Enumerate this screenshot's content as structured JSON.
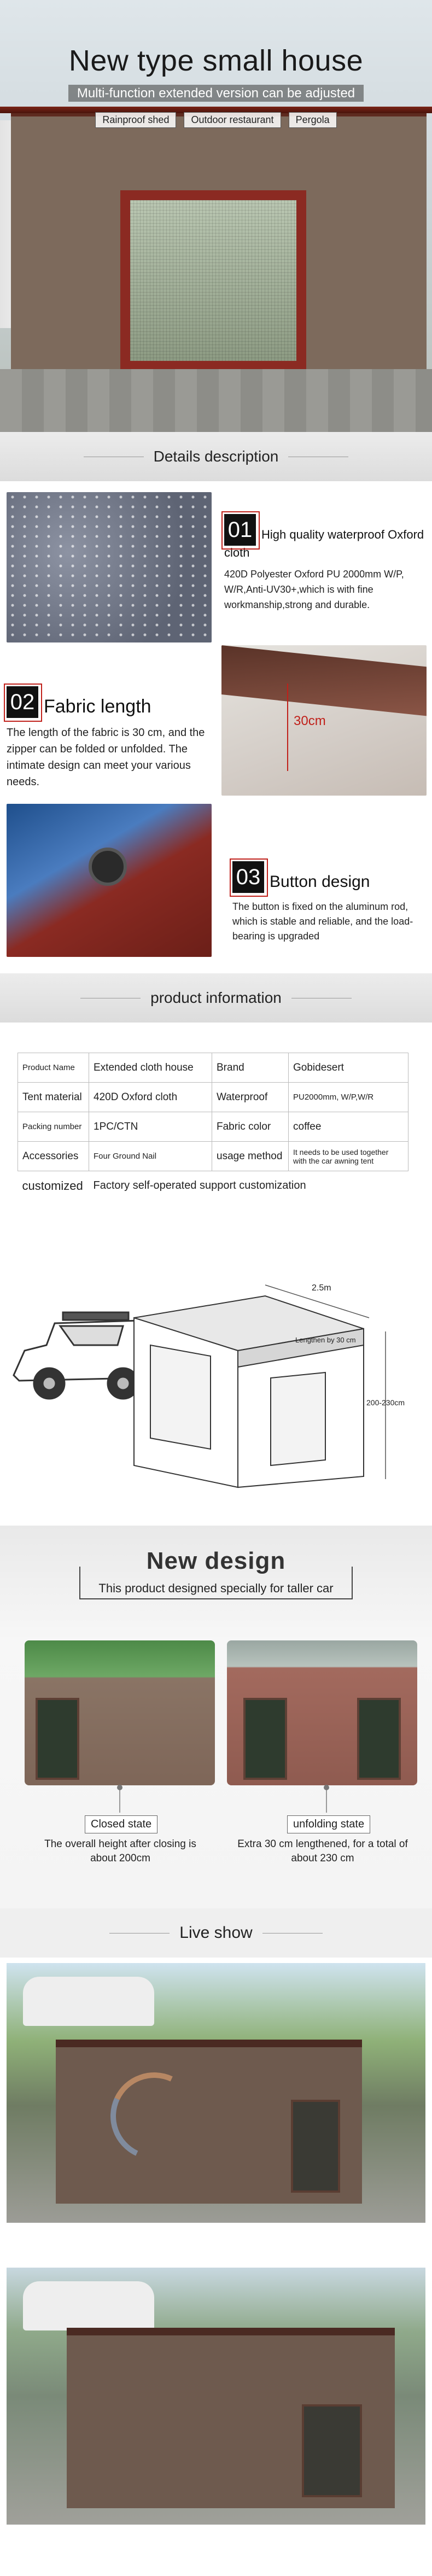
{
  "hero": {
    "title": "New type small house",
    "subtitle": "Multi-function extended version can be adjusted",
    "tags": [
      "Rainproof shed",
      "Outdoor restaurant",
      "Pergola"
    ]
  },
  "details": {
    "banner": "Details description",
    "items": [
      {
        "num": "01",
        "title": "High quality waterproof Oxford cloth",
        "text": "420D Polyester Oxford PU 2000mm W/P, W/R,Anti-UV30+,which is with fine workmanship,strong and durable."
      },
      {
        "num": "02",
        "title": "Fabric length",
        "text": "The length of the fabric is 30 cm, and the zipper can be folded or unfolded. The intimate design can meet your various needs.",
        "photo_label": "30cm"
      },
      {
        "num": "03",
        "title": "Button design",
        "text": "The button is fixed on the aluminum rod, which is stable and reliable, and the load-bearing is upgraded"
      }
    ]
  },
  "info": {
    "banner": "product information",
    "rows": [
      [
        "Product Name",
        "Extended cloth house",
        "Brand",
        "Gobidesert"
      ],
      [
        "Tent material",
        "420D Oxford cloth",
        "Waterproof",
        "PU2000mm, W/P,W/R"
      ],
      [
        "Packing number",
        "1PC/CTN",
        "Fabric color",
        "coffee"
      ],
      [
        "Accessories",
        "Four Ground Nail",
        "usage method",
        "It needs to be used together with the car awning tent"
      ]
    ],
    "customized_label": "customized",
    "customized_value": "Factory self-operated support customization",
    "diagram": {
      "width_label": "2.5m",
      "length_label": "Lengthen by 30 cm",
      "height_label": "200-230cm"
    }
  },
  "design": {
    "title": "New design",
    "subtitle": "This product designed specially for taller car",
    "states": [
      {
        "label": "Closed state",
        "desc": "The overall height after closing is about 200cm"
      },
      {
        "label": "unfolding state",
        "desc": "Extra 30 cm lengthened, for a total of about 230 cm"
      }
    ]
  },
  "live": {
    "banner": "Live show"
  }
}
